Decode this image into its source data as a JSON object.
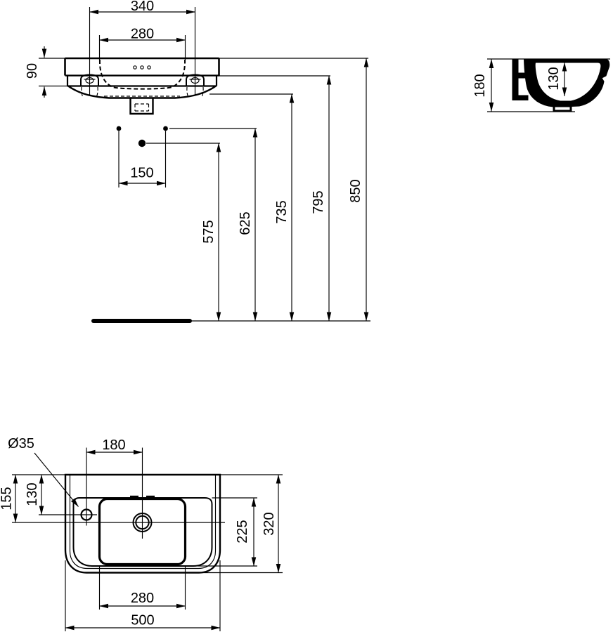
{
  "colors": {
    "ink": "#000000",
    "background": "#ffffff"
  },
  "front_view": {
    "dim_340": "340",
    "dim_280": "280",
    "dim_90": "90",
    "dim_150": "150",
    "dim_575": "575",
    "dim_625": "625",
    "dim_735": "735",
    "dim_795": "795",
    "dim_850": "850"
  },
  "side_view": {
    "dim_180": "180",
    "dim_130": "130"
  },
  "plan_view": {
    "dim_dia": "Ø35",
    "dim_180": "180",
    "dim_155": "155",
    "dim_130": "130",
    "dim_225": "225",
    "dim_320": "320",
    "dim_280": "280",
    "dim_500": "500"
  }
}
